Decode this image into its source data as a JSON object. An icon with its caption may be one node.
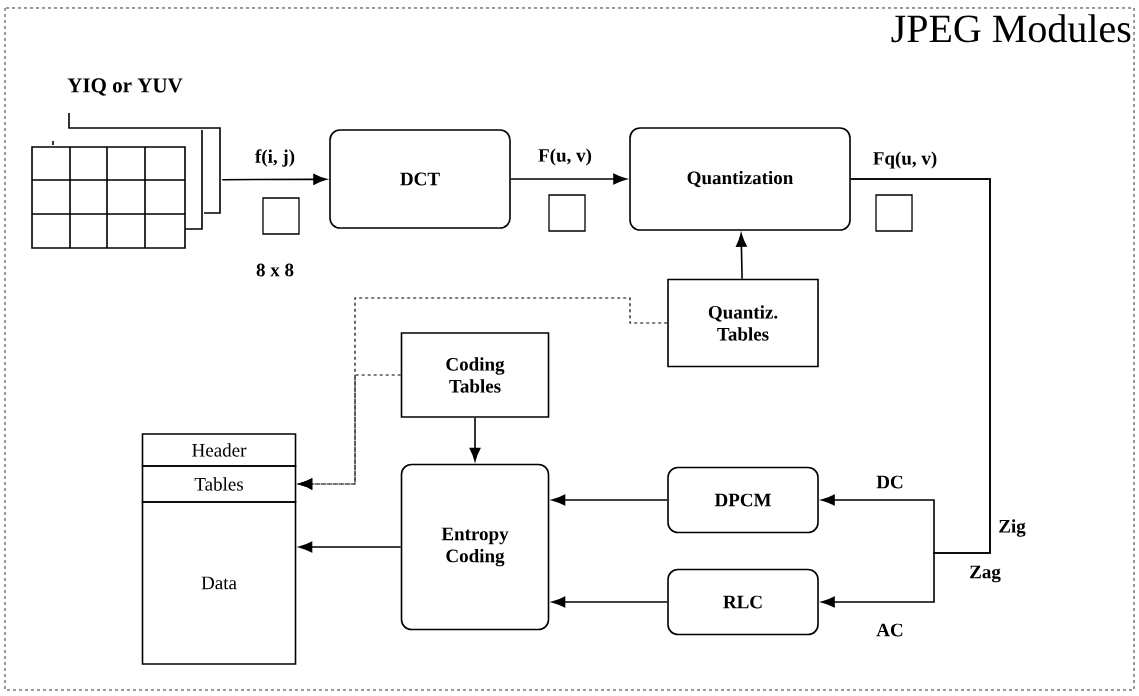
{
  "diagram": {
    "title": "JPEG Modules",
    "nodes": [
      {
        "text": [
          "YIQ or YUV"
        ]
      },
      {
        "text": [
          "DCT"
        ]
      },
      {
        "text": [
          "Quantization"
        ]
      },
      {
        "text": [
          "Quantiz. Tables"
        ]
      },
      {
        "text": [
          "Coding Tables"
        ]
      },
      {
        "text": [
          "Header"
        ]
      },
      {
        "text": [
          "Tables"
        ]
      },
      {
        "text": [
          "Data"
        ]
      },
      {
        "text": [
          "Entropy Coding"
        ]
      },
      {
        "text": [
          "DPCM"
        ]
      },
      {
        "text": [
          "RLC"
        ]
      }
    ],
    "edges": [
      {
        "from": 0,
        "to": 1,
        "arrow": "to",
        "label": "f(i, j)"
      },
      {
        "from": 1,
        "to": 2,
        "arrow": "to",
        "label": "F(u, v)"
      },
      {
        "from": 2,
        "to": 9,
        "arrow": "to",
        "label": "DC"
      },
      {
        "from": 2,
        "to": 10,
        "arrow": "to",
        "label": "AC"
      },
      {
        "from": 3,
        "to": 2,
        "arrow": "to"
      },
      {
        "from": 4,
        "to": 8,
        "arrow": "to"
      },
      {
        "from": 9,
        "to": 8,
        "arrow": "to"
      },
      {
        "from": 10,
        "to": 8,
        "arrow": "to"
      },
      {
        "from": 8,
        "to": 7,
        "arrow": "to"
      },
      {
        "from": 3,
        "to": 6,
        "arrow": "to",
        "style": "dashed"
      },
      {
        "from": 4,
        "to": 6,
        "arrow": "to",
        "style": "dashed"
      }
    ],
    "labels": [
      "8 x 8",
      "Fq(u, v)",
      "Zig",
      "Zag"
    ]
  }
}
